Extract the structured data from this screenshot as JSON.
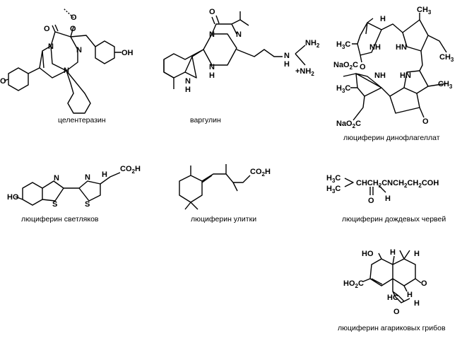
{
  "molecules": {
    "coelenterazine": {
      "caption": "целентеразин",
      "atoms": {
        "o_peroxy": "O",
        "o_top": "O",
        "o_carbonyl": "O",
        "n1": "N",
        "n2": "N",
        "n3": "N",
        "oh": "OH",
        "o_phenol": "O"
      }
    },
    "vargulin": {
      "caption": "варгулин",
      "atoms": {
        "o": "O",
        "n1": "N",
        "n2": "N",
        "nh": "N",
        "h": "H",
        "n_indole": "N",
        "h_indole": "H",
        "n_gu": "N",
        "h_gu": "H",
        "nh2": "NH",
        "nh2_plus": "+NH"
      }
    },
    "dinoflagellate": {
      "caption": "люциферин динофлагеллат",
      "atoms": {
        "h": "H",
        "ch3_top": "CH",
        "h3c_left": "H",
        "nh1": "NH",
        "hn1": "HN",
        "ch3_right": "CH",
        "o1": "O",
        "nao2c_1": "NaO",
        "nh2": "NH",
        "hn2": "HN",
        "h3c_2": "H",
        "ch3_2": "CH",
        "nao2c_2": "NaO",
        "o2": "O"
      }
    },
    "firefly": {
      "caption": "люциферин светляков",
      "atoms": {
        "ho": "HO",
        "n1": "N",
        "s1": "S",
        "n2": "N",
        "s2": "S",
        "co2h": "CO",
        "h": "H"
      }
    },
    "snail": {
      "caption": "люциферин улитки",
      "atoms": {
        "co2h": "CO"
      }
    },
    "earthworm": {
      "caption": "люциферин дождевых червей",
      "atoms": {
        "h3c_1": "H",
        "h3c_2": "H",
        "chain": "CHCH",
        "cn": "CNCH",
        "chch": "CH",
        "coh": "COH",
        "o": "O",
        "h": "H"
      }
    },
    "agaric": {
      "caption": "люциферин агариковых грибов",
      "atoms": {
        "ho": "HO",
        "h1": "H",
        "h2": "H",
        "h3": "H",
        "ho2c": "HO",
        "o": "O",
        "hc": "HC",
        "o2": "O",
        "h4": "H"
      }
    }
  }
}
